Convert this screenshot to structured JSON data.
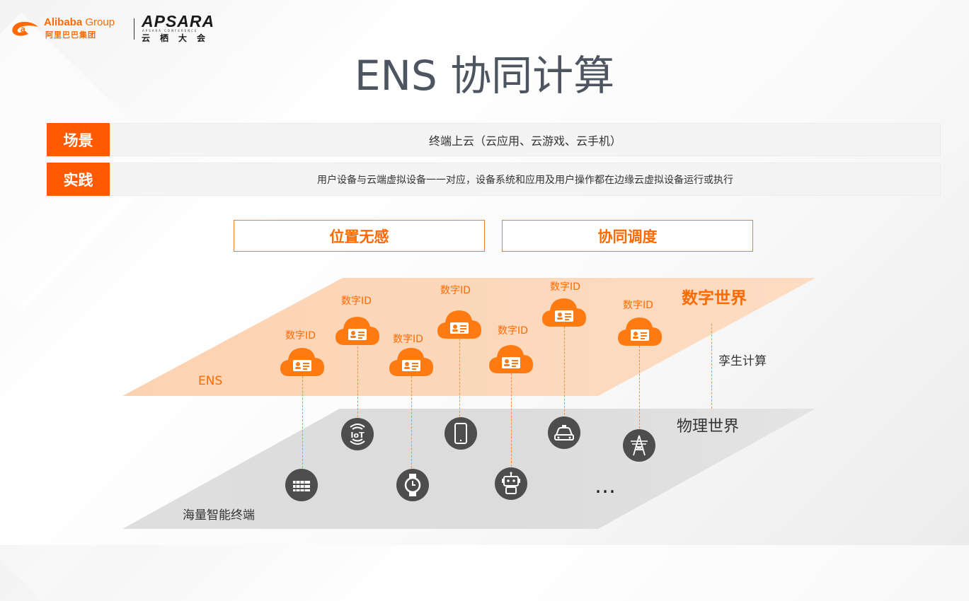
{
  "header": {
    "alibaba_en": "Alibaba",
    "alibaba_group": "Group",
    "alibaba_cn": "阿里巴巴集团",
    "apsara": "APSARA",
    "apsara_sub": "APSARA CONFERENCE",
    "apsara_cn": "云栖大会"
  },
  "title": "ENS 协同计算",
  "rows": [
    {
      "label": "场景",
      "text": "终端上云（云应用、云游戏、云手机）"
    },
    {
      "label": "实践",
      "text": "用户设备与云端虚拟设备一一对应，设备系统和应用及用户操作都在边缘云虚拟设备运行或执行"
    }
  ],
  "features": [
    "位置无感",
    "协同调度"
  ],
  "diagram": {
    "digital_world": "数字世界",
    "ens_label": "ENS",
    "twin_label": "孪生计算",
    "physical_world": "物理世界",
    "terminals_label": "海量智能终端",
    "more": "…",
    "id_label": "数字ID",
    "devices": [
      "server-rack-icon",
      "iot-icon",
      "smartwatch-icon",
      "smartphone-icon",
      "robot-icon",
      "car-icon",
      "power-tower-icon"
    ]
  },
  "colors": {
    "accent": "#ff6a00",
    "label_bg": "#ff5a00",
    "digital_plane": "#fcd3b4",
    "physical_plane": "#dcdcdc",
    "device": "#4d4d4d"
  }
}
